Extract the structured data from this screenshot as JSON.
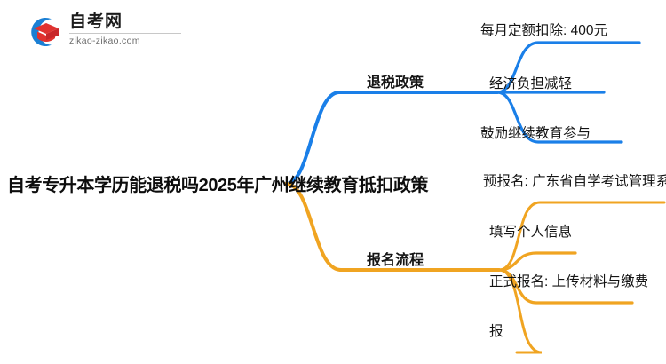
{
  "logo": {
    "title": "自考网",
    "subtitle": "zikao-zikao.com",
    "mark_icon": "graduation-cap-logo-icon",
    "arc_color": "#1a7fd4",
    "cap_color": "#e0322f"
  },
  "mindmap": {
    "root": {
      "label": "自考专升本学历能退税吗2025年广州继续教育抵扣政策"
    },
    "branches": [
      {
        "label": "退税政策",
        "color": "#1a7fe8",
        "children": [
          {
            "label": "每月定额扣除: 400元"
          },
          {
            "label": "经济负担减轻"
          },
          {
            "label": "鼓励继续教育参与"
          }
        ]
      },
      {
        "label": "报名流程",
        "color": "#f0a421",
        "children": [
          {
            "label": "预报名: 广东省自学考试管理系统"
          },
          {
            "label": "填写个人信息"
          },
          {
            "label": "正式报名: 上传材料与缴费"
          },
          {
            "label": "报"
          }
        ]
      }
    ]
  },
  "colors": {
    "blue": "#1a7fe8",
    "orange": "#f0a421",
    "background": "#ffffff",
    "text": "#111111"
  }
}
